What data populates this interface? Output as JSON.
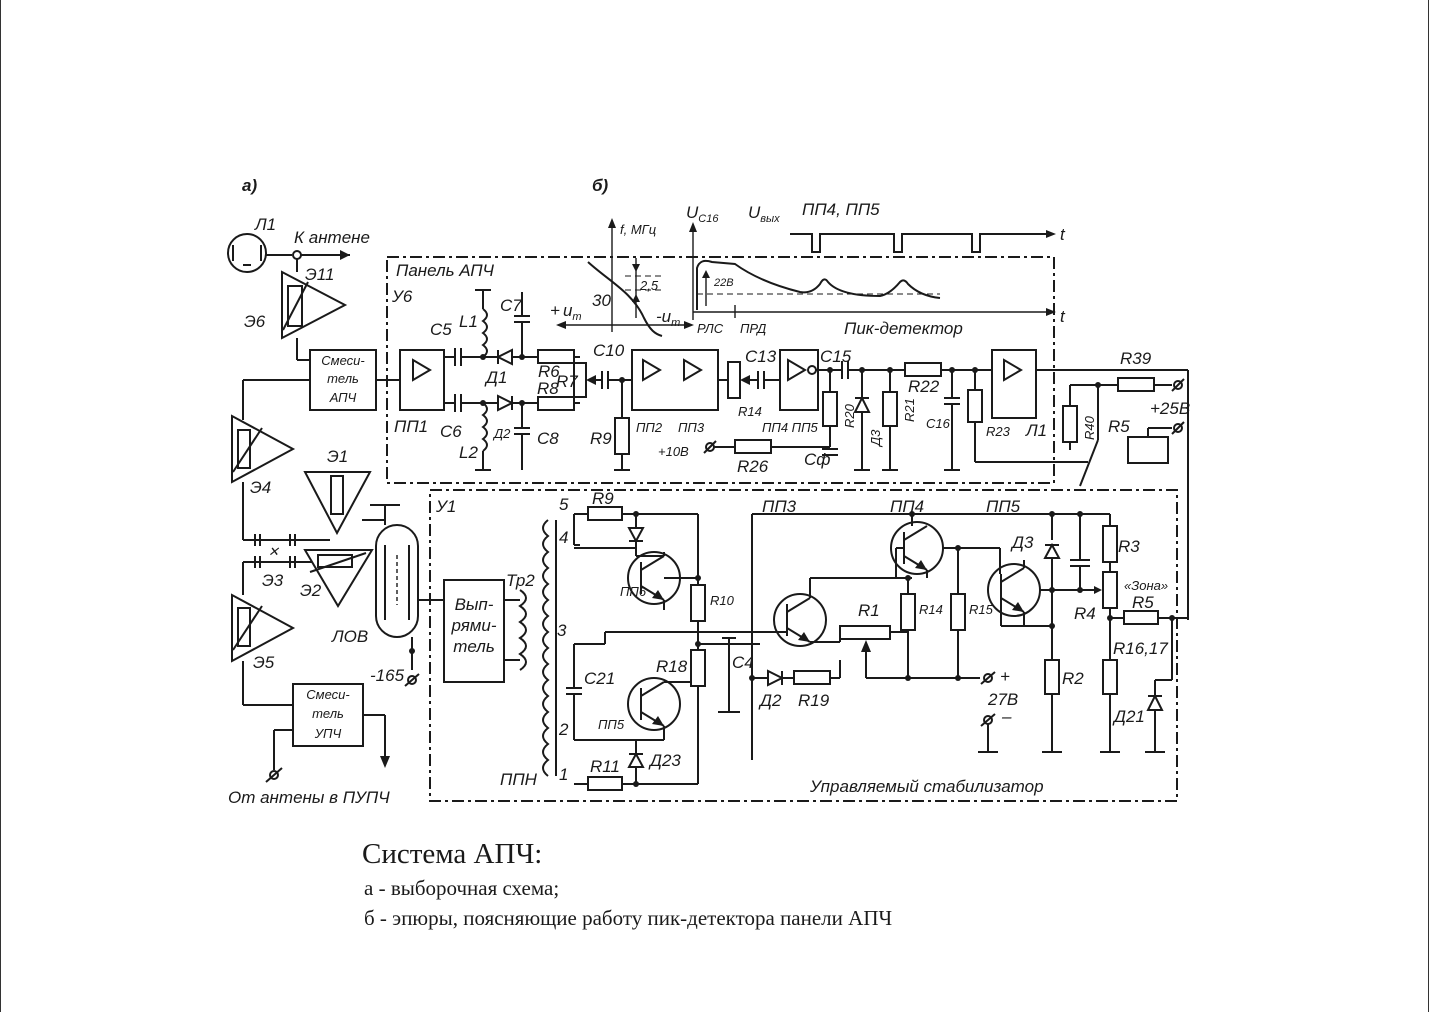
{
  "panel_labels": {
    "a": "а)",
    "b": "б)"
  },
  "blocks": {
    "mixer_afc": [
      "Смеси-",
      "тель",
      "АПЧ"
    ],
    "mixer_ifa": [
      "Смеси-",
      "тель",
      "УПЧ"
    ],
    "rectifier": [
      "Вып-",
      "рями-",
      "тель"
    ]
  },
  "signals": {
    "to_antenna": "К антене",
    "from_antenna": "От антены в ПУПЧ",
    "bwo": "ЛОВ",
    "minus165": "-165",
    "plus10": "+10В",
    "plus25": "+25В",
    "v27": "27В",
    "plus": "+",
    "minus": "–"
  },
  "sections": {
    "panel_afc": "Панель АПЧ",
    "peak_detector": "Пик-детектор",
    "stabilizer": "Управляемый стабилизатор",
    "u6": "У6",
    "u1": "У1"
  },
  "components": {
    "L1": "Л1",
    "E11": "Э11",
    "E6": "Э6",
    "E4": "Э4",
    "E1": "Э1",
    "E3": "Э3",
    "E2": "Э2",
    "E5": "Э5",
    "PP1": "ПП1",
    "C5": "C5",
    "C6": "C6",
    "L1c": "L1",
    "L2": "L2",
    "C7": "C7",
    "C8": "C8",
    "D1": "Д1",
    "D2": "Д2",
    "R6": "R6",
    "R8": "R8",
    "R7": "R7",
    "C10": "C10",
    "R9": "R9",
    "PP2": "ПП2",
    "PP3": "ПП3",
    "C13": "C13",
    "R14": "R14",
    "PP4PP5": "ПП4 ПП5",
    "R26": "R26",
    "C15": "C15",
    "Cf": "Cф",
    "R20": "R20",
    "D3": "Д3",
    "R21": "R21",
    "R22": "R22",
    "C16": "C16",
    "R23": "R23",
    "L1out": "Л1",
    "R39": "R39",
    "R40": "R40",
    "R5": "R5",
    "R9b": "R9",
    "Tr2": "Тр2",
    "PP6": "ПП6",
    "R10": "R10",
    "C4": "C4",
    "R18": "R18",
    "C21": "C21",
    "PP5": "ПП5",
    "D23": "Д23",
    "R11": "R11",
    "PPN": "ППН",
    "PP3b": "ПП3",
    "PP4b": "ПП4",
    "PP5b": "ПП5",
    "R1": "R1",
    "D2b": "Д2",
    "R19": "R19",
    "R14b": "R14",
    "R15": "R15",
    "D3b": "Д3",
    "R3": "R3",
    "R4": "R4",
    "zone": "«Зона»",
    "R5b": "R5",
    "R16": "R16,17",
    "R2": "R2",
    "D21": "Д21"
  },
  "taps": [
    "5",
    "4",
    "3",
    "2",
    "1"
  ],
  "graph": {
    "f_axis": "f, МГц",
    "val_30": "30",
    "val_2_5": "2,5",
    "plus_um": "+",
    "minus_um": "-",
    "um": "u",
    "um_sub": "m",
    "u_c16": "U",
    "u_c16_sub": "C16",
    "u_out": "U",
    "u_out_sub": "вых",
    "pp4pp5": "ПП4, ПП5",
    "t": "t",
    "v22": "22В",
    "rls": "РЛС",
    "prd": "ПРД"
  },
  "caption": {
    "title": "Система АПЧ:",
    "line_a": "а - выборочная схема;",
    "line_b": "б - эпюры, поясняющие работу пик-детектора панели АПЧ"
  }
}
